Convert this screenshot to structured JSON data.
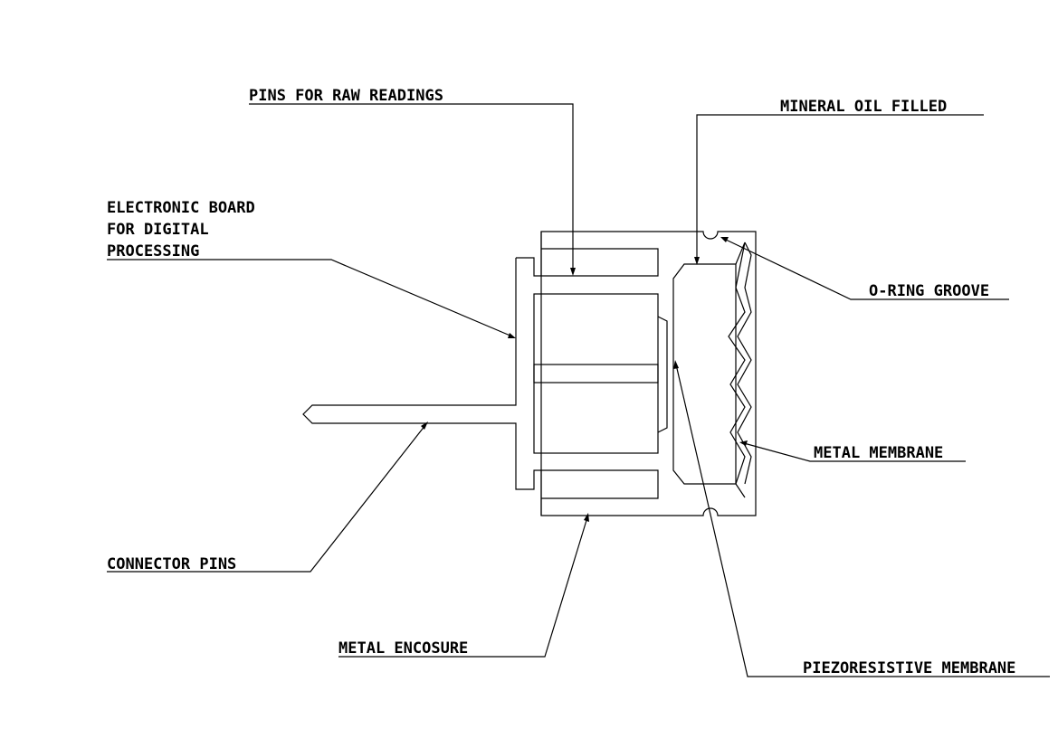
{
  "labels": {
    "pins_raw_readings": "PINS FOR RAW READINGS",
    "mineral_oil": "MINERAL OIL FILLED",
    "electronic_board_line1": "ELECTRONIC BOARD",
    "electronic_board_line2": "FOR DIGITAL",
    "electronic_board_line3": "PROCESSING",
    "o_ring_groove": "O-RING GROOVE",
    "metal_membrane": "METAL MEMBRANE",
    "connector_pins": "CONNECTOR PINS",
    "metal_enclosure": "METAL ENCOSURE",
    "piezoresistive_membrane": "PIEZORESISTIVE MEMBRANE"
  }
}
